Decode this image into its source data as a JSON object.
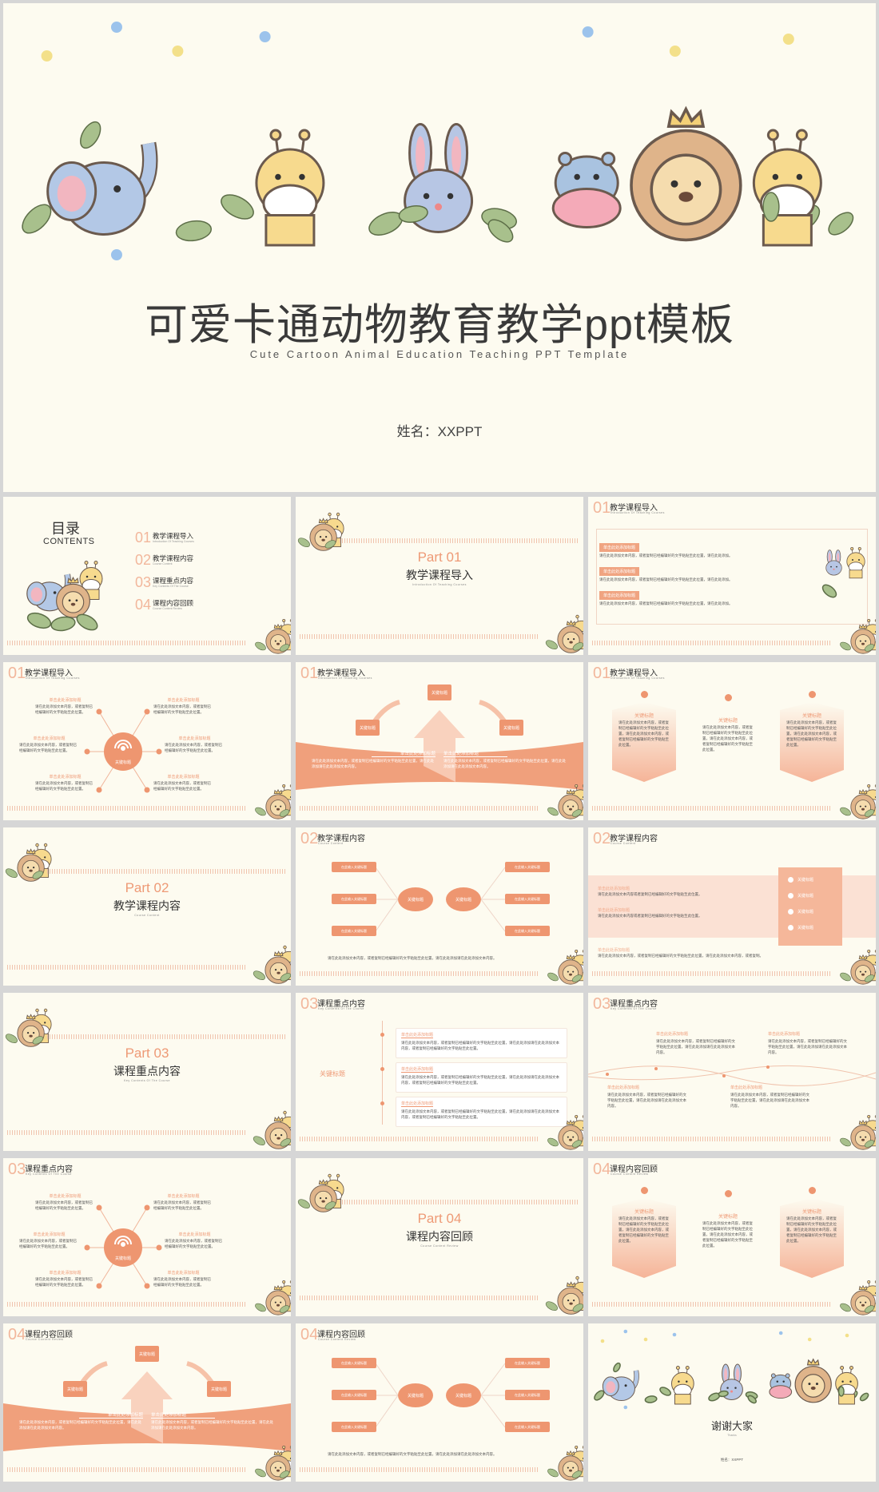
{
  "colors": {
    "accent": "#ee9670",
    "accent_light": "#f2b79c",
    "background": "#fdfbf0",
    "leaf": "#a8c08c"
  },
  "cover": {
    "title": "可爱卡通动物教育教学ppt模板",
    "subtitle": "Cute Cartoon Animal Education Teaching PPT Template",
    "author": "姓名：XXPPT"
  },
  "slides": [
    {
      "type": "contents",
      "title": "目录",
      "subtitle": "CONTENTS",
      "items": [
        {
          "num": "01",
          "title": "教学课程导入",
          "sub": "Introduction Of Teaching Courses"
        },
        {
          "num": "02",
          "title": "教学课程内容",
          "sub": "Course Content"
        },
        {
          "num": "03",
          "title": "课程重点内容",
          "sub": "Key Contents Of The Course"
        },
        {
          "num": "04",
          "title": "课程内容回顾",
          "sub": "Course Content Review"
        }
      ]
    },
    {
      "type": "section",
      "part": "Part 01",
      "title": "教学课程导入",
      "sub": "Introduction Of Teaching Courses"
    },
    {
      "type": "list3",
      "num": "01",
      "title": "教学课程导入",
      "sub": "Introduction Of Teaching Courses",
      "items": [
        {
          "title": "单击此处添加标题",
          "text": "请在此处添加文本内容，或者复制已经编辑好的文字粘贴至此位置，请在此处添加。"
        },
        {
          "title": "单击此处添加标题",
          "text": "请在此处添加文本内容，或者复制已经编辑好的文字粘贴至此位置，请在此处添加。"
        },
        {
          "title": "单击此处添加标题",
          "text": "请在此处添加文本内容，或者复制已经编辑好的文字粘贴至此位置，请在此处添加。"
        }
      ]
    },
    {
      "type": "radial",
      "num": "01",
      "title": "教学课程导入",
      "sub": "Introduction Of Teaching Courses",
      "center": "关键标题",
      "items": [
        {
          "title": "单击此处添加标题",
          "text": "请在此处添加文本内容，或者复制已经编辑好的文字粘贴至此位置。"
        },
        {
          "title": "单击此处添加标题",
          "text": "请在此处添加文本内容，或者复制已经编辑好的文字粘贴至此位置。"
        },
        {
          "title": "单击此处添加标题",
          "text": "请在此处添加文本内容，或者复制已经编辑好的文字粘贴至此位置。"
        },
        {
          "title": "单击此处添加标题",
          "text": "请在此处添加文本内容，或者复制已经编辑好的文字粘贴至此位置。"
        },
        {
          "title": "单击此处添加标题",
          "text": "请在此处添加文本内容，或者复制已经编辑好的文字粘贴至此位置。"
        },
        {
          "title": "单击此处添加标题",
          "text": "请在此处添加文本内容，或者复制已经编辑好的文字粘贴至此位置。"
        }
      ]
    },
    {
      "type": "arrow",
      "num": "01",
      "title": "教学课程导入",
      "sub": "Introduction Of Teaching Courses",
      "keys": [
        "关键标题",
        "关键标题",
        "关键标题"
      ],
      "cols": [
        {
          "title": "单击此处添加标题",
          "text": "请在此处添加文本内容，或者复制已经编辑好的文字粘贴至此位置，请在此处添加请在此处添加文本内容。"
        },
        {
          "title": "单击此处添加标题",
          "text": "请在此处添加文本内容，或者复制已经编辑好的文字粘贴至此位置，请在此处添加请在此处添加文本内容。"
        }
      ]
    },
    {
      "type": "cards",
      "num": "01",
      "title": "教学课程导入",
      "sub": "Introduction Of Teaching Courses",
      "cards": [
        {
          "title": "关键标题",
          "text": "请在此处添加文本内容，或者复制已经编辑好的文字粘贴至此位置，请在此处添加文本内容，或者复制已经编辑好的文字粘贴至此位置。"
        },
        {
          "title": "关键标题",
          "text": "请在此处添加文本内容，或者复制已经编辑好的文字粘贴至此位置，请在此处添加文本内容，或者复制已经编辑好的文字粘贴至此位置。"
        },
        {
          "title": "关键标题",
          "text": "请在此处添加文本内容，或者复制已经编辑好的文字粘贴至此位置，请在此处添加文本内容，或者复制已经编辑好的文字粘贴至此位置。"
        }
      ]
    },
    {
      "type": "section",
      "part": "Part 02",
      "title": "教学课程内容",
      "sub": "Course Content"
    },
    {
      "type": "mind",
      "num": "02",
      "title": "教学课程内容",
      "sub": "Course Content",
      "centers": [
        "关键标题",
        "关键标题"
      ],
      "boxes": [
        "在此输入关键标题",
        "在此输入关键标题",
        "在此输入关键标题",
        "在此输入关键标题",
        "在此输入关键标题",
        "在此输入关键标题"
      ],
      "note": "请在此处添加文本内容，或者复制已经编辑好的文字粘贴至此位置，请在此处添加请在此处添加文本内容。"
    },
    {
      "type": "bars",
      "num": "02",
      "title": "教学课程内容",
      "sub": "Course Content",
      "items": [
        {
          "title": "单击此处添加标题",
          "text": "请在此处添加文本内容或者复制已经编辑好的文字粘贴至此位置。"
        },
        {
          "title": "单击此处添加标题",
          "text": "请在此处添加文本内容或者复制已经编辑好的文字粘贴至此位置。"
        },
        {
          "title": "单击此处添加标题",
          "text": "请在此处添加文本内容，或者复制已经编辑好的文字粘贴至此位置，请在此处添加文本内容，或者复制。"
        }
      ],
      "panel": [
        "关键标题",
        "关键标题",
        "关键标题",
        "关键标题"
      ]
    },
    {
      "type": "section",
      "part": "Part 03",
      "title": "课程重点内容",
      "sub": "Key Contents Of The Course"
    },
    {
      "type": "boxlist",
      "num": "03",
      "title": "课程重点内容",
      "sub": "Key Contents Of The Course",
      "key": "关键标题",
      "items": [
        {
          "title": "单击此处添加标题",
          "text": "请在此处添加文本内容，或者复制已经编辑好的文字粘贴至此位置，请在此处添加请在此处添加文本内容，或者复制已经编辑好的文字粘贴至此位置。"
        },
        {
          "title": "单击此处添加标题",
          "text": "请在此处添加文本内容，或者复制已经编辑好的文字粘贴至此位置，请在此处添加请在此处添加文本内容，或者复制已经编辑好的文字粘贴至此位置。"
        },
        {
          "title": "单击此处添加标题",
          "text": "请在此处添加文本内容，或者复制已经编辑好的文字粘贴至此位置，请在此处添加请在此处添加文本内容，或者复制已经编辑好的文字粘贴至此位置。"
        }
      ]
    },
    {
      "type": "wave",
      "num": "03",
      "title": "课程重点内容",
      "sub": "Key Contents Of The Course",
      "items": [
        {
          "title": "单击此处添加标题",
          "text": "请在此处添加文本内容，或者复制已经编辑好的文字粘贴至此位置，请在此处添加请在此处添加文本内容。"
        },
        {
          "title": "单击此处添加标题",
          "text": "请在此处添加文本内容，或者复制已经编辑好的文字粘贴至此位置，请在此处添加请在此处添加文本内容。"
        },
        {
          "title": "单击此处添加标题",
          "text": "请在此处添加文本内容，或者复制已经编辑好的文字粘贴至此位置，请在此处添加请在此处添加文本内容。"
        },
        {
          "title": "单击此处添加标题",
          "text": "请在此处添加文本内容，或者复制已经编辑好的文字粘贴至此位置，请在此处添加请在此处添加文本内容。"
        }
      ]
    },
    {
      "type": "radial",
      "num": "03",
      "title": "课程重点内容",
      "sub": "Key Contents Of The Course",
      "center": "关键标题",
      "items": [
        {
          "title": "单击此处添加标题",
          "text": "请在此处添加文本内容，或者复制已经编辑好的文字粘贴至此位置。"
        },
        {
          "title": "单击此处添加标题",
          "text": "请在此处添加文本内容，或者复制已经编辑好的文字粘贴至此位置。"
        },
        {
          "title": "单击此处添加标题",
          "text": "请在此处添加文本内容，或者复制已经编辑好的文字粘贴至此位置。"
        },
        {
          "title": "单击此处添加标题",
          "text": "请在此处添加文本内容，或者复制已经编辑好的文字粘贴至此位置。"
        },
        {
          "title": "单击此处添加标题",
          "text": "请在此处添加文本内容，或者复制已经编辑好的文字粘贴至此位置。"
        },
        {
          "title": "单击此处添加标题",
          "text": "请在此处添加文本内容，或者复制已经编辑好的文字粘贴至此位置。"
        }
      ]
    },
    {
      "type": "section",
      "part": "Part 04",
      "title": "课程内容回顾",
      "sub": "Course Content Review"
    },
    {
      "type": "cards",
      "num": "04",
      "title": "课程内容回顾",
      "sub": "Course Content Review",
      "cards": [
        {
          "title": "关键标题",
          "text": "请在此处添加文本内容，或者复制已经编辑好的文字粘贴至此位置，请在此处添加文本内容，或者复制已经编辑好的文字粘贴至此位置。"
        },
        {
          "title": "关键标题",
          "text": "请在此处添加文本内容，或者复制已经编辑好的文字粘贴至此位置，请在此处添加文本内容，或者复制已经编辑好的文字粘贴至此位置。"
        },
        {
          "title": "关键标题",
          "text": "请在此处添加文本内容，或者复制已经编辑好的文字粘贴至此位置，请在此处添加文本内容，或者复制已经编辑好的文字粘贴至此位置。"
        }
      ]
    },
    {
      "type": "arrow",
      "num": "04",
      "title": "课程内容回顾",
      "sub": "Course Content Review",
      "keys": [
        "关键标题",
        "关键标题",
        "关键标题"
      ],
      "cols": [
        {
          "title": "单击此处添加标题",
          "text": "请在此处添加文本内容，或者复制已经编辑好的文字粘贴至此位置，请在此处添加请在此处添加文本内容。"
        },
        {
          "title": "单击此处添加标题",
          "text": "请在此处添加文本内容，或者复制已经编辑好的文字粘贴至此位置，请在此处添加请在此处添加文本内容。"
        }
      ]
    },
    {
      "type": "mind",
      "num": "04",
      "title": "课程内容回顾",
      "sub": "Course Content Review",
      "centers": [
        "关键标题",
        "关键标题"
      ],
      "boxes": [
        "在此输入关键标题",
        "在此输入关键标题",
        "在此输入关键标题",
        "在此输入关键标题",
        "在此输入关键标题",
        "在此输入关键标题"
      ],
      "note": "请在此处添加文本内容，或者复制已经编辑好的文字粘贴至此位置，请在此处添加请在此处添加文本内容。"
    },
    {
      "type": "thanks",
      "title": "谢谢大家",
      "sub": "Thanks",
      "author": "姓名：XXPPT"
    }
  ]
}
